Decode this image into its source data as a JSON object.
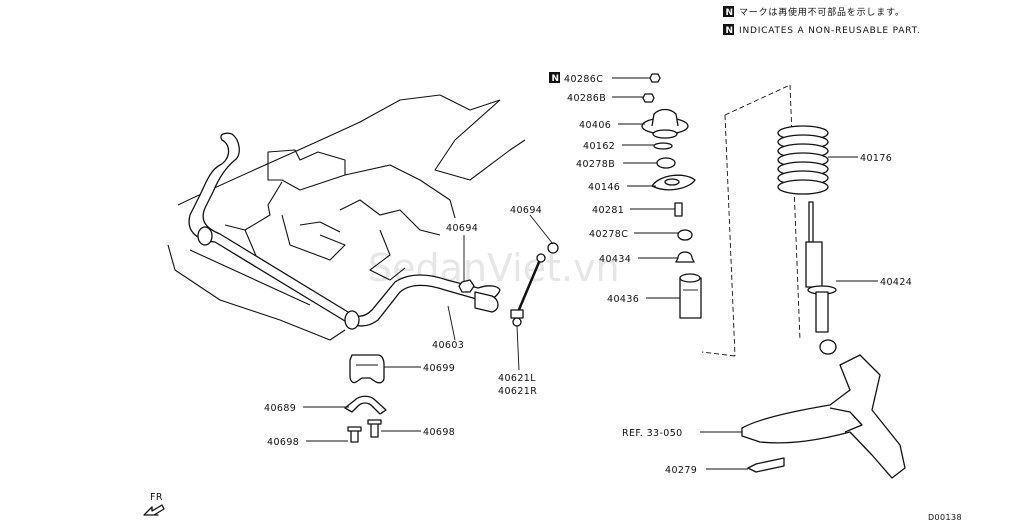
{
  "legend": {
    "badge": "N",
    "line_jp": "マークは再使用不可部品を示します。",
    "line_en": "INDICATES A NON-REUSABLE PART."
  },
  "watermark": "SedanViet.vn",
  "direction": {
    "label": "FR"
  },
  "footer_code": "D00138",
  "callouts": {
    "p40286C": "40286C",
    "p40286B": "40286B",
    "p40406": "40406",
    "p40162": "40162",
    "p40278B": "40278B",
    "p40146": "40146",
    "p40281": "40281",
    "p40278C": "40278C",
    "p40434": "40434",
    "p40436": "40436",
    "p40176": "40176",
    "p40424": "40424",
    "p40694a": "40694",
    "p40694b": "40694",
    "p40603": "40603",
    "p40699": "40699",
    "p40621L": "40621L",
    "p40621R": "40621R",
    "p40689": "40689",
    "p40698a": "40698",
    "p40698b": "40698",
    "ref": "REF. 33-050",
    "p40279": "40279"
  },
  "non_reusable_badge": "N"
}
